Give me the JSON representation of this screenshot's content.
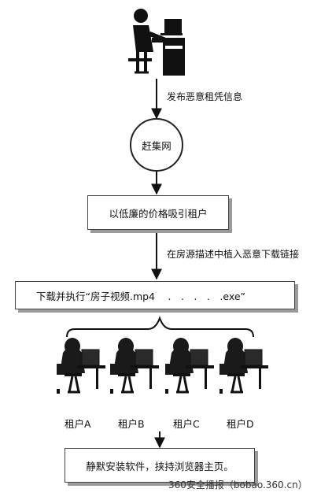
{
  "publisher": {
    "icon": "person-at-computer-icon"
  },
  "step1": {
    "label": "发布恶意租凭信息"
  },
  "site": {
    "label": "赶集网"
  },
  "step2": {
    "label": "以低廉的价格吸引租户"
  },
  "step3": {
    "label": "在房源描述中植入恶意下载链接"
  },
  "step4": {
    "label": "下载并执行“房子视频.mp4 　.　.　.　.　.exe”"
  },
  "tenants": [
    {
      "label": "租户A",
      "icon": "tenant-at-computer-icon"
    },
    {
      "label": "租户B",
      "icon": "tenant-at-computer-icon"
    },
    {
      "label": "租户C",
      "icon": "tenant-at-computer-icon"
    },
    {
      "label": "租户D",
      "icon": "tenant-at-computer-icon"
    }
  ],
  "result": {
    "label": "静默安装软件，挟持浏览器主页。"
  },
  "watermark": "360安全播报（bobao.360.cn）"
}
